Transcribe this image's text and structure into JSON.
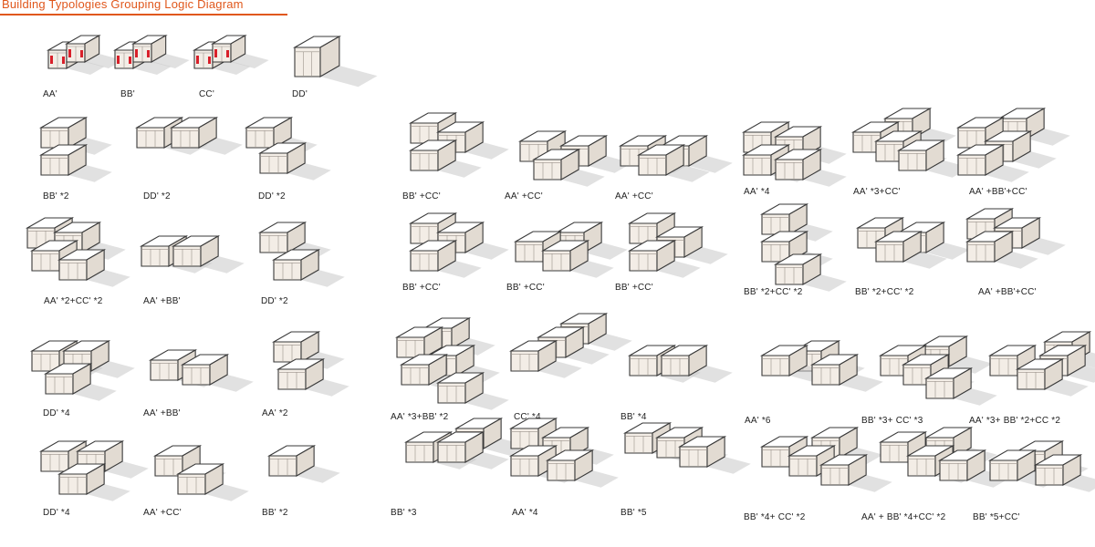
{
  "title": "Building Typologies Grouping Logic Diagram",
  "colors": {
    "title": "#e0571c",
    "accent": "#d8202a",
    "shadow": "#c9c9c9",
    "frame": "#3a3a3a"
  },
  "base_units": [
    "AA'",
    "BB'",
    "CC'",
    "DD'"
  ],
  "groups": [
    "BB' *2",
    "DD' *2",
    "DD' *2",
    "BB' +CC'",
    "AA' +CC'",
    "AA' +CC'",
    "AA'  *4",
    "AA' *3+CC'",
    "AA' +BB'+CC'",
    "AA' *2+CC' *2",
    "AA' +BB'",
    "DD' *2",
    "BB' +CC'",
    "BB' +CC'",
    "BB' +CC'",
    "BB' *2+CC' *2",
    "BB' *2+CC' *2",
    "AA' +BB'+CC'",
    "DD' *4",
    "AA' +BB'",
    "AA' *2",
    "AA' *3+BB' *2",
    "CC' *4",
    "BB' *4",
    "AA' *6",
    "BB' *3+ CC' *3",
    "AA' *3+ BB' *2+CC *2",
    "DD' *4",
    "AA' +CC'",
    "BB' *2",
    "BB' *3",
    "AA' *4",
    "BB' *5",
    "BB' *4+ CC' *2",
    "AA' + BB' *4+CC' *2",
    "BB' *5+CC'"
  ]
}
